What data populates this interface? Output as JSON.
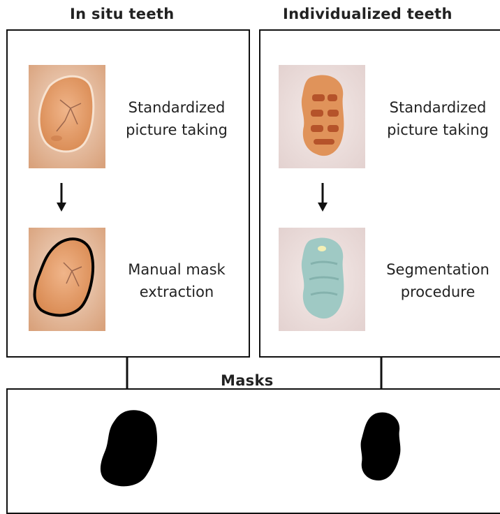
{
  "titles": {
    "in_situ": "In situ teeth",
    "individualized": "Individualized teeth",
    "masks": "Masks"
  },
  "in_situ": {
    "step1": [
      "Standardized",
      "picture taking"
    ],
    "step2": [
      "Manual mask",
      "extraction"
    ]
  },
  "individualized": {
    "step1": [
      "Standardized",
      "picture taking"
    ],
    "step2": [
      "Segmentation",
      "procedure"
    ]
  },
  "colors": {
    "border": "#111111",
    "tooth_orange": "#d9894f",
    "tooth_background": "#e9c8b0",
    "individual_background": "#ede0de",
    "segmentation_fill": "#9fc9c4",
    "mask": "#000000"
  }
}
